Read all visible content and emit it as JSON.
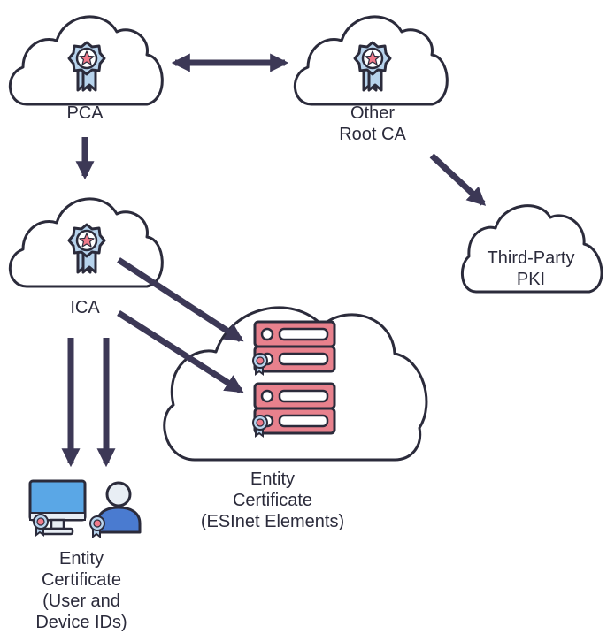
{
  "nodes": {
    "pca": {
      "label": "PCA"
    },
    "other_root_ca": {
      "line1": "Other",
      "line2": "Root CA"
    },
    "third_party_pki": {
      "line1": "Third-Party",
      "line2": "PKI"
    },
    "ica": {
      "label": "ICA"
    },
    "esinet_entity": {
      "line1": "Entity",
      "line2": "Certificate",
      "line3": "(ESInet Elements)"
    },
    "user_device_entity": {
      "line1": "Entity",
      "line2": "Certificate",
      "line3": "(User and",
      "line4": "Device IDs)"
    }
  },
  "edges": [
    {
      "from": "pca",
      "to": "other_root_ca",
      "direction": "both"
    },
    {
      "from": "pca",
      "to": "ica",
      "direction": "forward"
    },
    {
      "from": "other_root_ca",
      "to": "third_party_pki",
      "direction": "forward"
    },
    {
      "from": "ica",
      "to": "esinet_entity",
      "direction": "forward"
    },
    {
      "from": "ica",
      "to": "esinet_entity",
      "direction": "forward"
    },
    {
      "from": "ica",
      "to": "user_device_entity",
      "direction": "forward"
    },
    {
      "from": "ica",
      "to": "user_device_entity",
      "direction": "forward"
    }
  ],
  "icons": [
    "award-ribbon-icon",
    "server-icon",
    "monitor-icon",
    "user-icon"
  ],
  "colors": {
    "outline": "#2b2b3b",
    "cloud_fill": "#ffffff",
    "ribbon_fill": "#b7d3ec",
    "star_fill": "#f07a8a",
    "server_fill": "#e8818d",
    "monitor_fill": "#5aa7e6",
    "user_fill": "#4a7bd0",
    "arrow": "#3c3856"
  }
}
